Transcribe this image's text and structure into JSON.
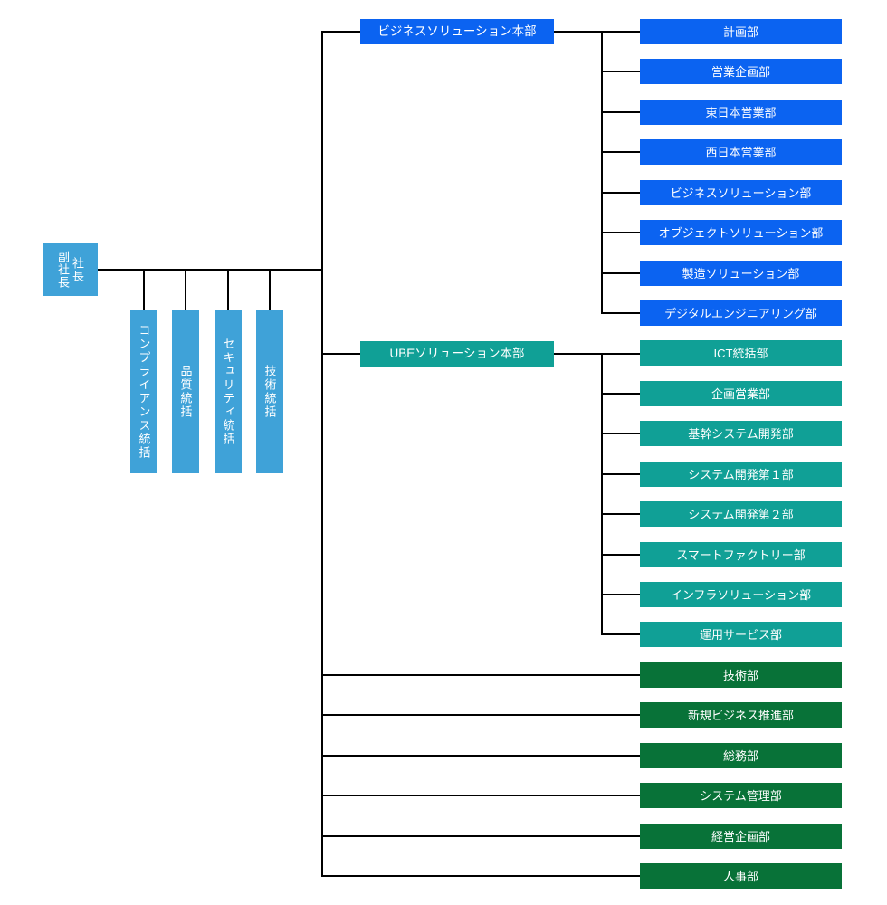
{
  "palette": {
    "division1_blue": "#0b63f1",
    "division2_teal": "#10a096",
    "direct_green": "#087238",
    "executive_light_blue": "#3fa2d8",
    "connector_line": "#000000",
    "box_text": "#ffffff"
  },
  "executive": {
    "right_column": "副社長",
    "left_column": "社長"
  },
  "staff_units": [
    "コンプライアンス統括",
    "品質統括",
    "セキュリティ統括",
    "技術統括"
  ],
  "divisions": [
    {
      "label": "ビジネスソリューション本部",
      "color": "#0b63f1",
      "departments": [
        "計画部",
        "営業企画部",
        "東日本営業部",
        "西日本営業部",
        "ビジネスソリューション部",
        "オブジェクトソリューション部",
        "製造ソリューション部",
        "デジタルエンジニアリング部"
      ]
    },
    {
      "label": "UBEソリューション本部",
      "color": "#10a096",
      "departments": [
        "ICT統括部",
        "企画営業部",
        "基幹システム開発部",
        "システム開発第１部",
        "システム開発第２部",
        "スマートファクトリー部",
        "インフラソリューション部",
        "運用サービス部"
      ]
    }
  ],
  "direct_departments": [
    "技術部",
    "新規ビジネス推進部",
    "総務部",
    "システム管理部",
    "経営企画部",
    "人事部"
  ]
}
